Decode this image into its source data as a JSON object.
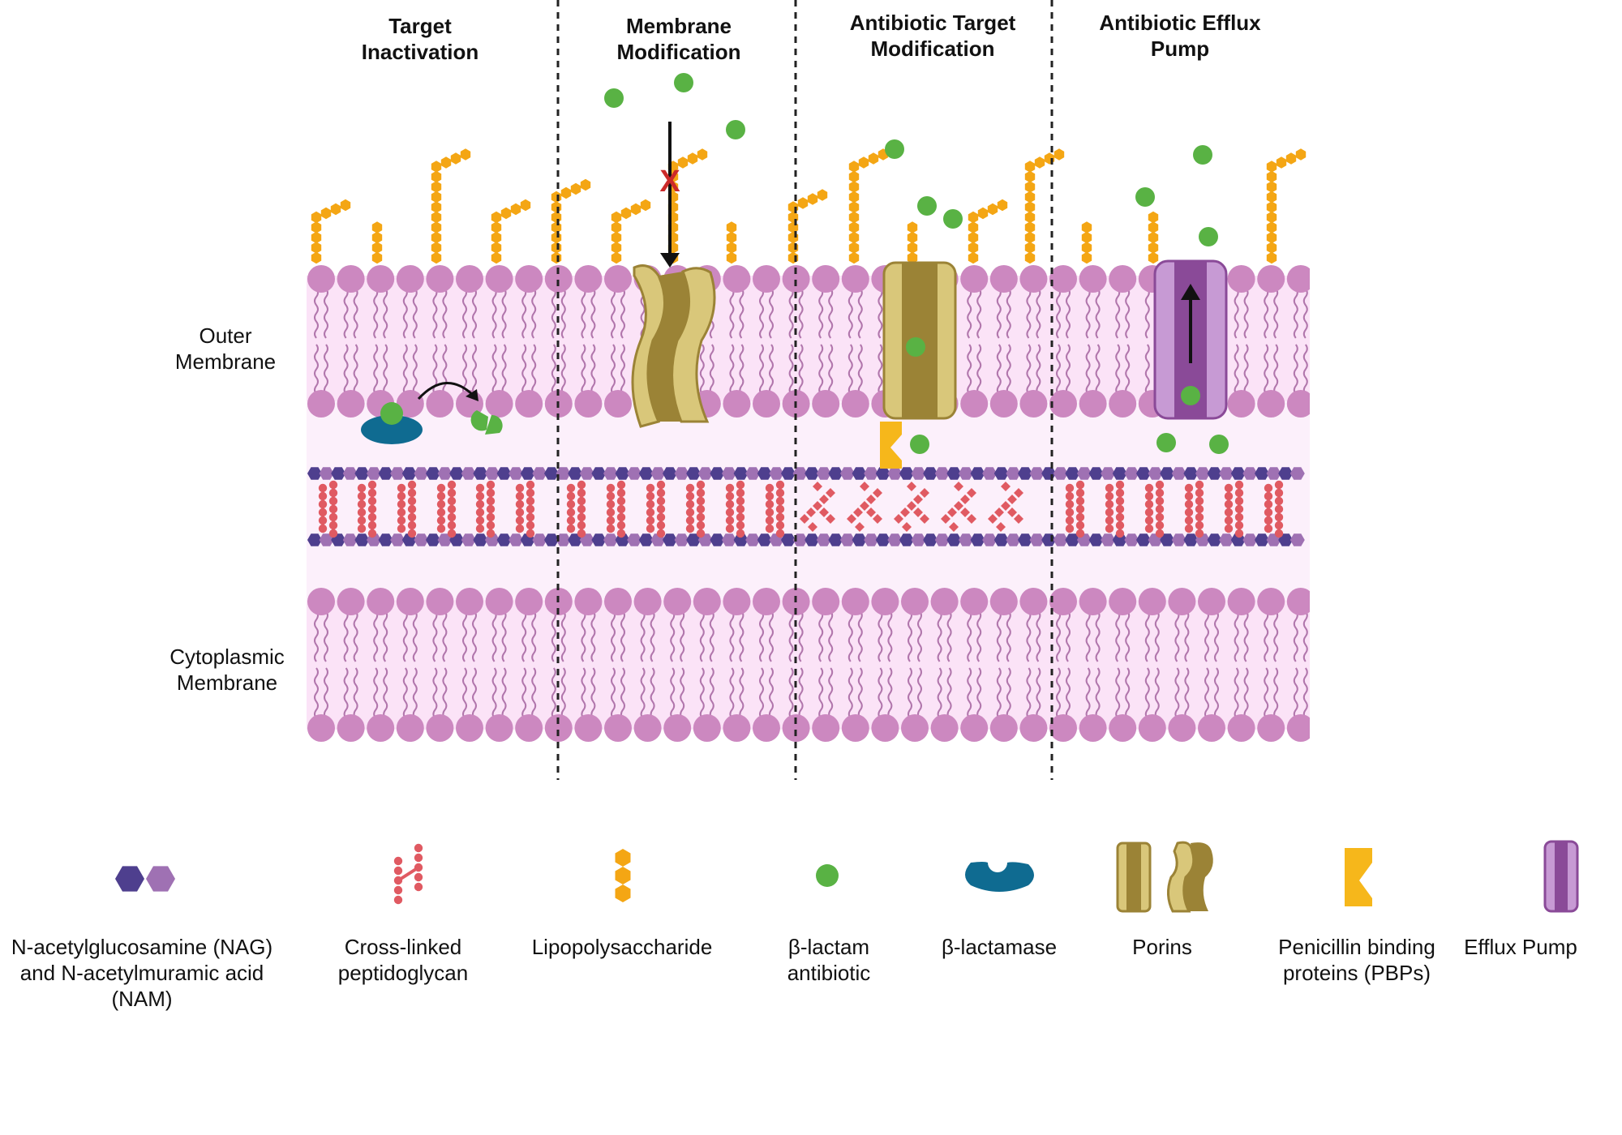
{
  "columns": [
    {
      "title_line1": "Target",
      "title_line2": "Inactivation"
    },
    {
      "title_line1": "Membrane",
      "title_line2": "Modification"
    },
    {
      "title_line1": "Antibiotic Target",
      "title_line2": "Modification"
    },
    {
      "title_line1": "Antibiotic Efflux",
      "title_line2": "Pump"
    }
  ],
  "side_labels": {
    "outer_line1": "Outer",
    "outer_line2": "Membrane",
    "cyto_line1": "Cytoplasmic",
    "cyto_line2": "Membrane"
  },
  "blocked_mark": "X",
  "legend": [
    {
      "line1": "N-acetylglucosamine (NAG)",
      "line2": "and N-acetylmuramic acid",
      "line3": "(NAM)"
    },
    {
      "line1": "Cross-linked",
      "line2": "peptidoglycan"
    },
    {
      "line1": "Lipopolysaccharide"
    },
    {
      "line1": "β-lactam",
      "line2": "antibiotic"
    },
    {
      "line1": "β-lactamase"
    },
    {
      "line1": "Porins"
    },
    {
      "line1": "Penicillin binding",
      "line2": "proteins (PBPs)"
    },
    {
      "line1": "Efflux Pump"
    }
  ],
  "colors": {
    "membrane_band": "#fbe3f7",
    "lipid_head": "#cc88c0",
    "lipid_tail": "#b176ac",
    "periplasm": "#fcf0fb",
    "lps": "#f4a614",
    "nag": "#4e3f8e",
    "nam": "#9f71b3",
    "peptidoglycan": "#e05a62",
    "antibiotic": "#59b244",
    "beta_lactamase": "#0f6b91",
    "porin": "#9b8336",
    "porin_light": "#d9c77a",
    "pbp": "#f6b71b",
    "efflux": "#8a4a98",
    "efflux_light": "#c79ad4",
    "blocked": "#cc2a2a",
    "divider": "#222222"
  }
}
